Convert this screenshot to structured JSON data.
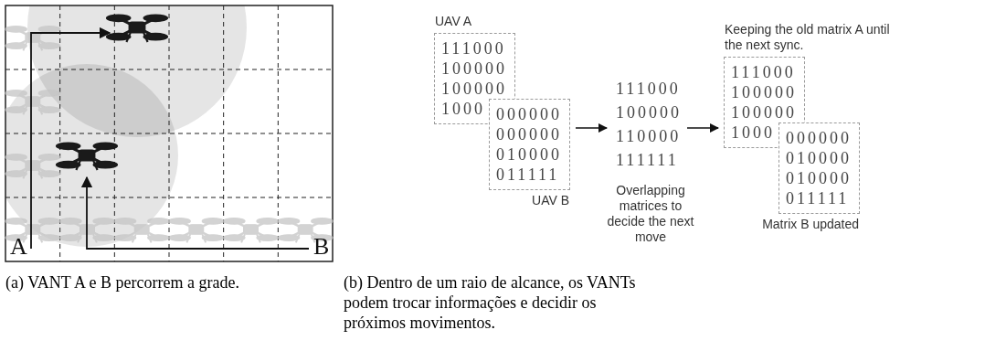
{
  "diagram": {
    "nodes": [
      {
        "text": [
          "UAV A",
          "111000",
          "100000",
          "100000",
          "1000"
        ]
      },
      {
        "text": [
          "000000",
          "000000",
          "010000",
          "011111",
          "UAV B"
        ]
      },
      {
        "text": [
          "Keeping the old matrix A until the next sync.",
          "111000",
          "100000",
          "100000",
          "1000"
        ]
      },
      {
        "text": [
          "000000",
          "010000",
          "010000",
          "011111",
          "Matrix B updated"
        ]
      }
    ],
    "labels": [
      "A",
      "B",
      "111000",
      "100000",
      "110000",
      "111111",
      "Overlapping matrices to decide the next move",
      "(a) VANT A e B percorrem a grade.",
      "(b) Dentro de um raio de alcance, os VANTs podem trocar informações e decidir os próximos movimentos."
    ]
  }
}
